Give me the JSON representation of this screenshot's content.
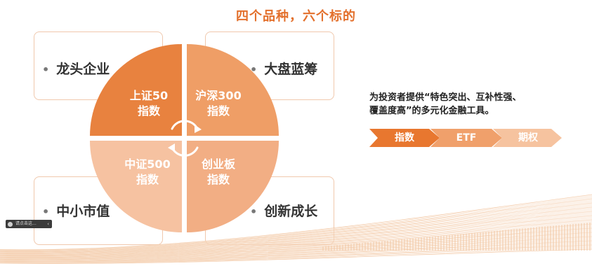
{
  "title": "四个品种，六个标的",
  "cards": {
    "top_left": "龙头企业",
    "top_right": "大盘蓝筹",
    "bottom_left": "中小市值",
    "bottom_right": "创新成长"
  },
  "quadrants": {
    "top_left": {
      "line1": "上证50",
      "line2": "指数",
      "color": "#e8823f"
    },
    "top_right": {
      "line1": "沪深300",
      "line2": "指数",
      "color": "#ef9e66"
    },
    "bottom_left": {
      "line1": "中证500",
      "line2": "指数",
      "color": "#f6c2a1"
    },
    "bottom_right": {
      "line1": "创业板",
      "line2": "指数",
      "color": "#f2ae84"
    }
  },
  "description": {
    "line1": "为投资者提供“特色突出、互补性强、",
    "line2": "覆盖度高”的多元化金融工具。"
  },
  "chevrons": [
    {
      "label": "指数",
      "color": "#e8772f"
    },
    {
      "label": "ETF",
      "color": "#f0a06b"
    },
    {
      "label": "期权",
      "color": "#f6c39f"
    }
  ],
  "overlay_bar": {
    "text": "请点击这..."
  },
  "colors": {
    "accent": "#e3702c",
    "card_border": "#f0c8ad"
  }
}
